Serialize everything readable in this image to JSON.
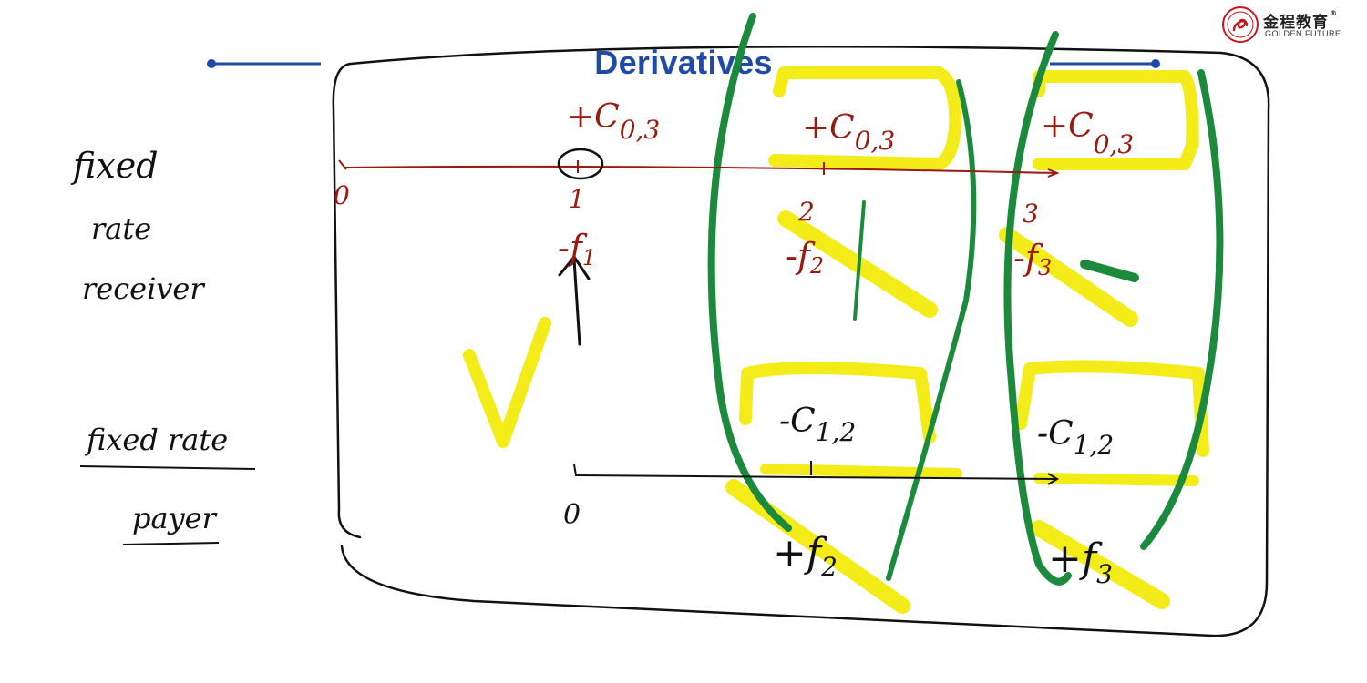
{
  "header": {
    "title": "Derivatives"
  },
  "logo": {
    "name_cn": "金程教育",
    "registered": "®",
    "name_en": "GOLDEN FUTURE"
  },
  "colors": {
    "title": "#1f4aa8",
    "red_ink": "#9a1a10",
    "black_ink": "#111111",
    "yellow_highlight": "#f4ec19",
    "green_ink": "#1c8a3c"
  },
  "notes": {
    "left_top": [
      "fixed",
      "rate",
      "receiver"
    ],
    "left_bottom": [
      "fixed rate",
      "payer"
    ],
    "receiver_row": {
      "origin": "0",
      "t1": "1",
      "t2": "2",
      "t3": "3",
      "coupon_0": "+C",
      "coupon_1": "+C",
      "coupon_2": "+C",
      "coupon_sub": "0,3",
      "float_1": "-f",
      "float_1_sub": "1",
      "float_2": "-f",
      "float_2_sub": "2",
      "float_3": "-f",
      "float_3_sub": "3"
    },
    "payer_row": {
      "origin": "0",
      "coupon_1": "-C",
      "coupon_2": "-C",
      "coupon_sub": "1,2",
      "float_2": "+f",
      "float_2_sub": "2",
      "float_3": "+f",
      "float_3_sub": "3"
    }
  }
}
